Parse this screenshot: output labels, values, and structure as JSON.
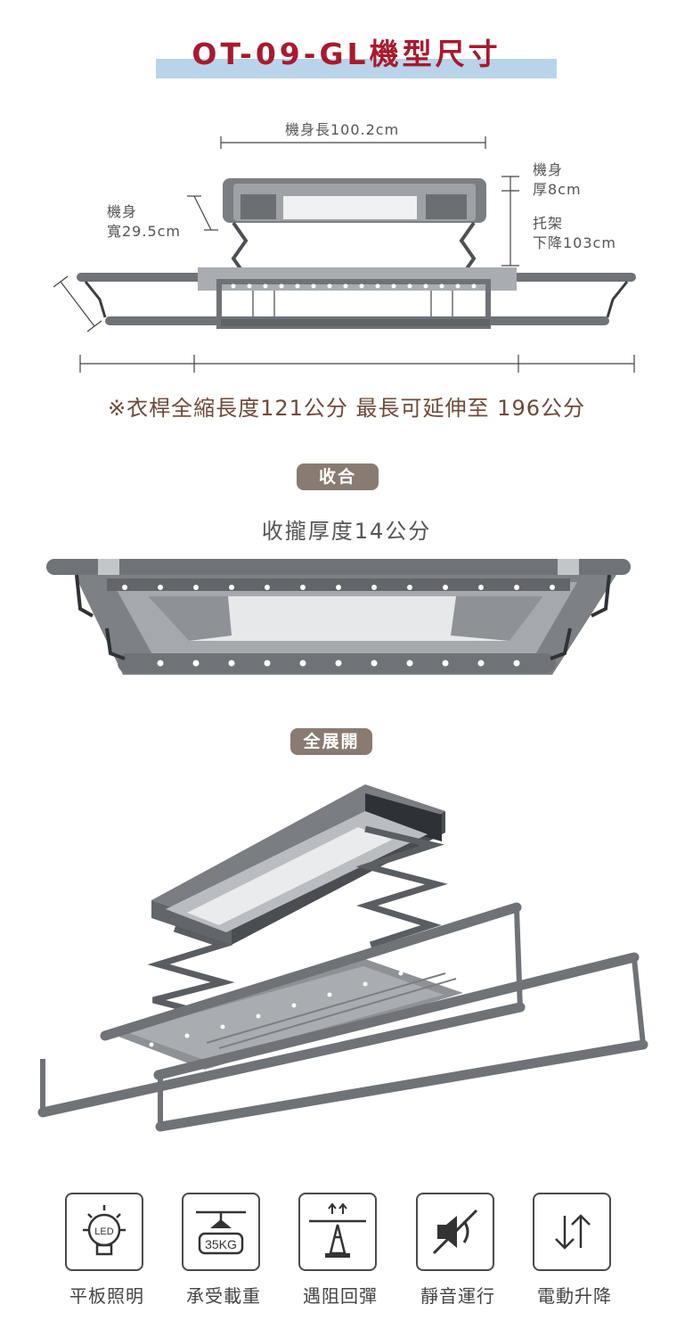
{
  "title": "OT-09-GL機型尺寸",
  "dimensions": {
    "body_length": "機身長100.2cm",
    "body_width_line1": "機身",
    "body_width_line2": "寬29.5cm",
    "body_thickness_line1": "機身",
    "body_thickness_line2": "厚8cm",
    "bracket_drop_line1": "托架",
    "bracket_drop_line2": "下降103cm"
  },
  "rod_note": "※衣桿全縮長度121公分 最長可延伸至 196公分",
  "collapsed": {
    "badge": "收合",
    "thickness": "收攏厚度14公分"
  },
  "expanded": {
    "badge": "全展開"
  },
  "features": [
    {
      "label": "平板照明",
      "icon": "led-bulb-icon",
      "icon_text": "LED"
    },
    {
      "label": "承受載重",
      "icon": "scale-weight-icon",
      "icon_text": "35KG"
    },
    {
      "label": "遇阻回彈",
      "icon": "obstacle-rebound-icon",
      "icon_text": ""
    },
    {
      "label": "靜音運行",
      "icon": "mute-speaker-icon",
      "icon_text": ""
    },
    {
      "label": "電動升降",
      "icon": "up-down-arrows-icon",
      "icon_text": ""
    }
  ],
  "colors": {
    "title": "#a8192e",
    "title_bar": "#b9d4ea",
    "note": "#6e4a3a",
    "badge": "#8a7b72",
    "metal": "#6f7378"
  }
}
